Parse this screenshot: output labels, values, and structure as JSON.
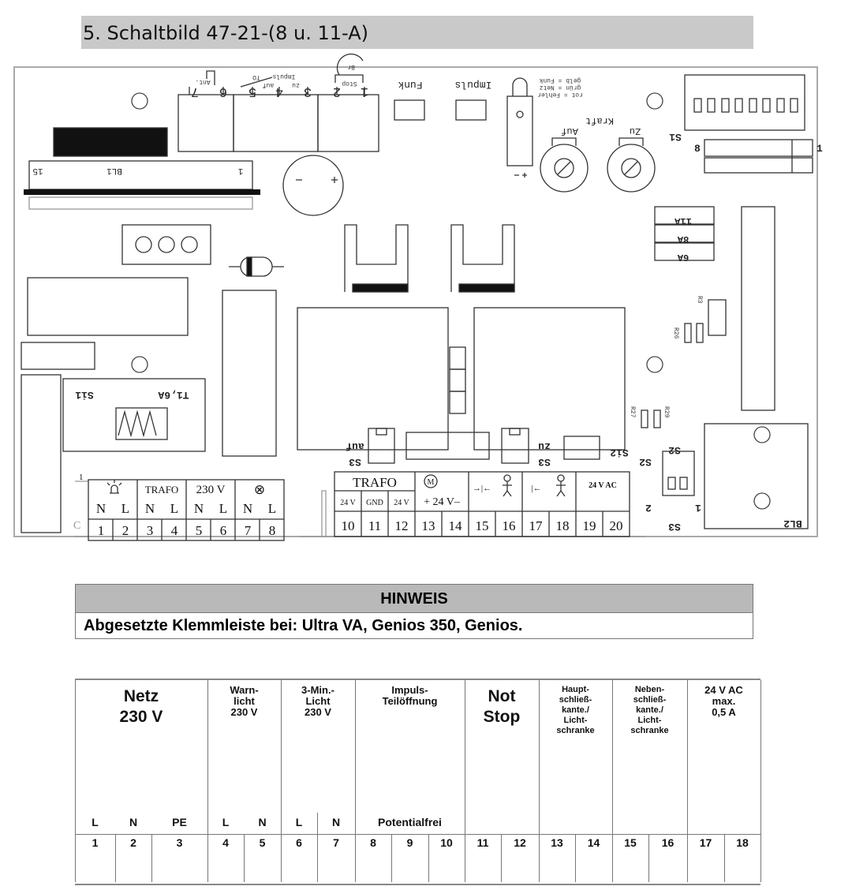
{
  "title": "5. Schaltbild 47-21-(8 u. 11-A)",
  "board": {
    "top_terminals": [
      "7",
      "6",
      "5",
      "4",
      "3",
      "2",
      "1"
    ],
    "top_labels": {
      "ant": "Ant.",
      "impuls": "Impuls",
      "to": "TO",
      "auf": "auf",
      "zu": "zu",
      "stop": "Stop",
      "br": "Br"
    },
    "funk": "Funk",
    "impuls": "Impuls",
    "led_legend": [
      "rot = Fehler",
      "grün = Netz",
      "gelb = Funk"
    ],
    "kraft": "Kraft",
    "auf": "Auf",
    "zu": "Zu",
    "s1": "S1",
    "s1_nums": [
      "8",
      "1"
    ],
    "bl1": "BL1",
    "bl1_nums": [
      "15",
      "1"
    ],
    "fuse1": "T1,6A",
    "si1": "Si1",
    "jumpers": [
      "11A",
      "8A",
      "6A"
    ],
    "resistors": [
      "R3",
      "R26",
      "R27",
      "R29"
    ],
    "s3_auf": "auf",
    "s3_zu": "zu",
    "s3": "S3",
    "si2": "Si2",
    "s2": "S2",
    "s2_nums": [
      "2",
      "1"
    ],
    "bl2": "BL2",
    "c_label": "C",
    "left_block": {
      "groups": [
        {
          "label": "warning-light",
          "sub": [
            "N",
            "L"
          ]
        },
        {
          "label": "TRAFO",
          "sub": [
            "N",
            "L"
          ]
        },
        {
          "label": "230 V",
          "sub": [
            "N",
            "L"
          ]
        },
        {
          "label": "⊗",
          "sub": [
            "N",
            "L"
          ]
        }
      ],
      "numbers": [
        "1",
        "2",
        "3",
        "4",
        "5",
        "6",
        "7",
        "8"
      ]
    },
    "right_block": {
      "trafo": "TRAFO",
      "trafo_sub": [
        "24 V",
        "GND",
        "24 V"
      ],
      "motor": "+ 24 V–",
      "motor_symbol": "M",
      "safety1": "→|←",
      "safety2": "|←",
      "ac": "24 V AC",
      "numbers": [
        "10",
        "11",
        "12",
        "13",
        "14",
        "15",
        "16",
        "17",
        "18",
        "19",
        "20"
      ]
    }
  },
  "hinweis": {
    "header": "HINWEIS",
    "body": "Abgesetzte Klemmleiste bei: Ultra VA, Genios 350, Genios."
  },
  "table": {
    "groups": [
      {
        "label": "Netz\n230 V",
        "big": true
      },
      {
        "label": "Warn-\nlicht\n230 V"
      },
      {
        "label": "3-Min.-\nLicht\n230 V"
      },
      {
        "label": "Impuls-\nTeilöffnung"
      },
      {
        "label": "Not\nStop",
        "big": true
      },
      {
        "label": "Haupt-\nschließ-\nkante./\nLicht-\nschranke",
        "small": true
      },
      {
        "label": "Neben-\nschließ-\nkante./\nLicht-\nschranke",
        "small": true
      },
      {
        "label": "24 V AC\nmax.\n0,5 A"
      }
    ],
    "sub_labels": [
      "L",
      "N",
      "PE",
      "L",
      "N",
      "L",
      "N"
    ],
    "potentialfrei": "Potentialfrei",
    "numbers": [
      "1",
      "2",
      "3",
      "4",
      "5",
      "6",
      "7",
      "8",
      "9",
      "10",
      "11",
      "12",
      "13",
      "14",
      "15",
      "16",
      "17",
      "18"
    ]
  }
}
